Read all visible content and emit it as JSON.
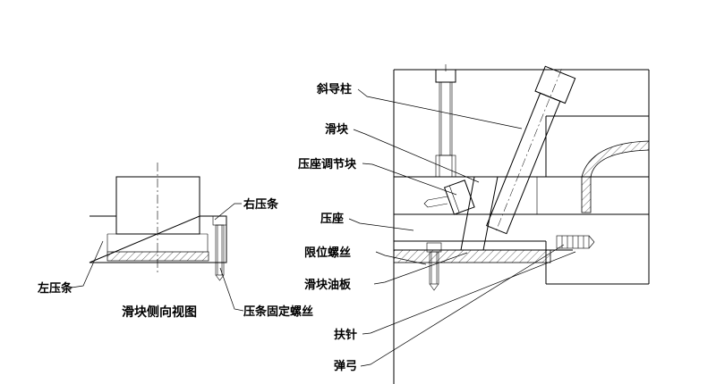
{
  "side_view": {
    "caption": "滑块侧向视图",
    "labels": {
      "left_strip": "左压条",
      "right_strip": "右压条",
      "strip_screw": "压条固定螺丝"
    }
  },
  "main_view": {
    "labels": {
      "angle_pin": "斜导柱",
      "slider": "滑块",
      "seat_adjust_block": "压座调节块",
      "press_seat": "压座",
      "limit_screw": "限位螺丝",
      "slider_oil_plate": "滑块油板",
      "ejector_pin": "扶针",
      "spring": "弹弓"
    }
  }
}
